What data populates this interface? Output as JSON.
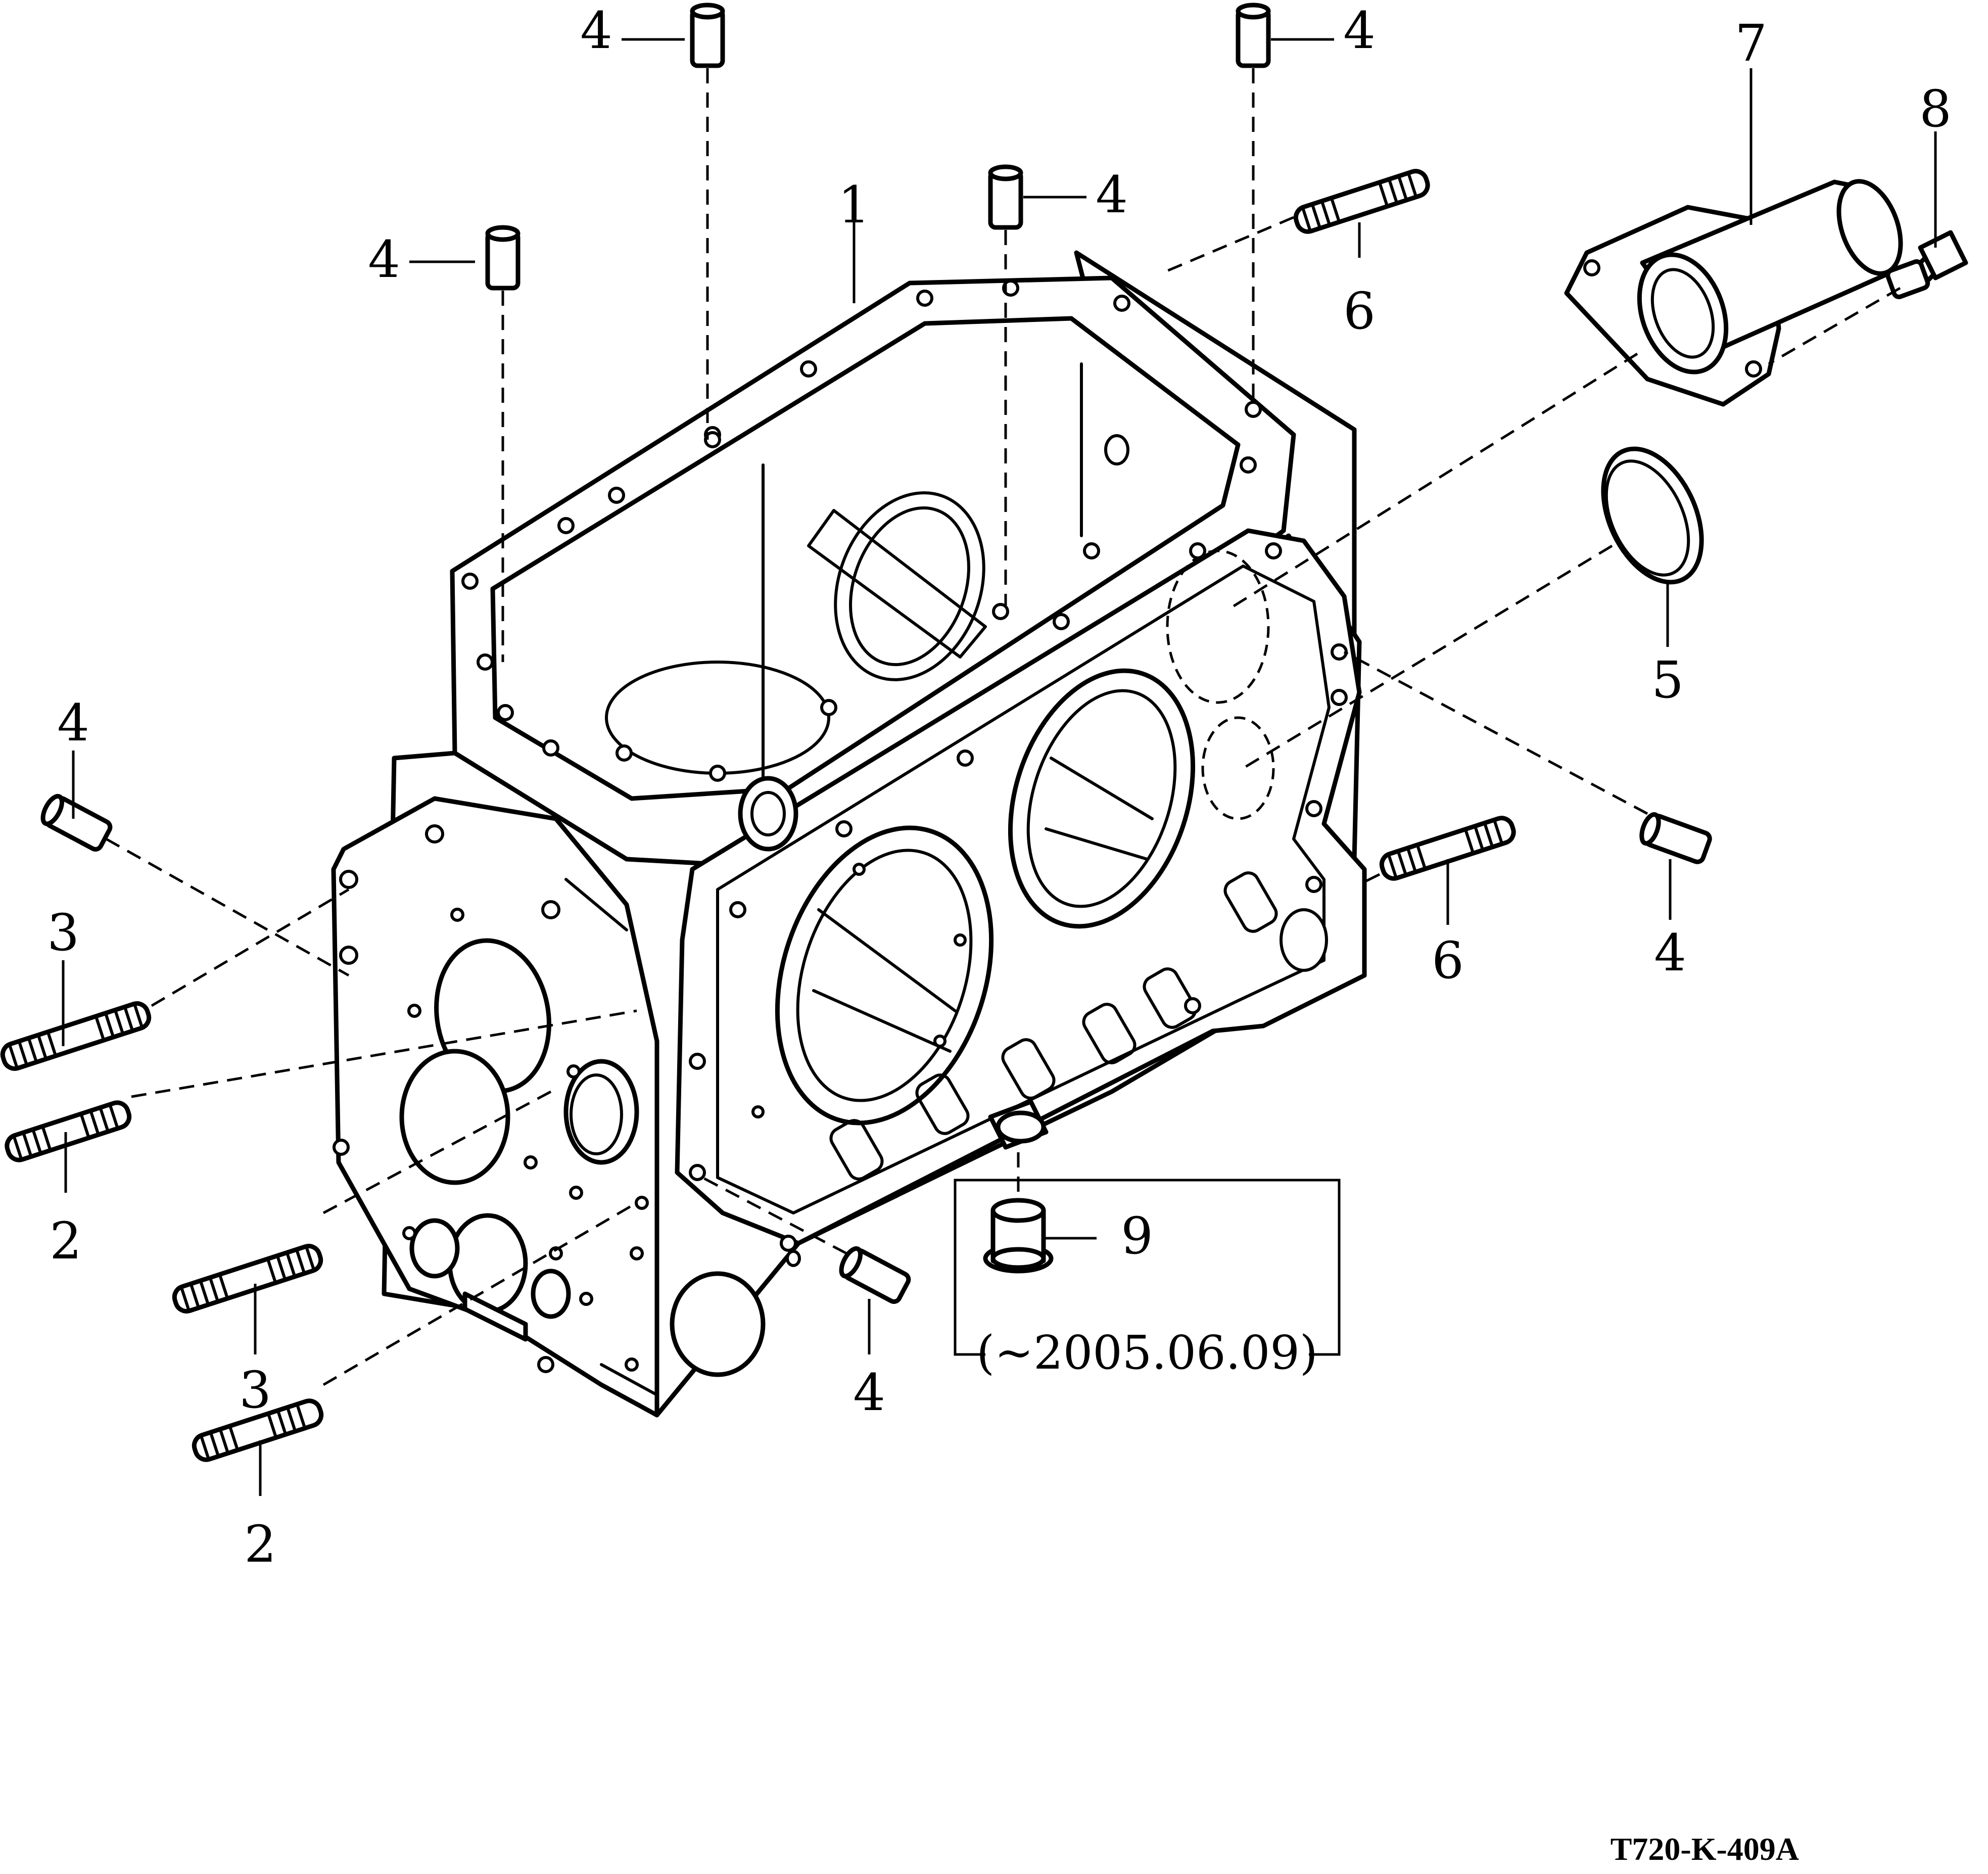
{
  "diagram": {
    "callouts": {
      "housing": "1",
      "stud_long": "2",
      "stud_short": "3",
      "dowel_pin": "4",
      "o_ring": "5",
      "stud_side": "6",
      "filter": "7",
      "plug_bolt": "8",
      "bushing": "9"
    },
    "note_box_text": "(~2005.06.09)",
    "drawing_code": "T720-K-409A"
  }
}
